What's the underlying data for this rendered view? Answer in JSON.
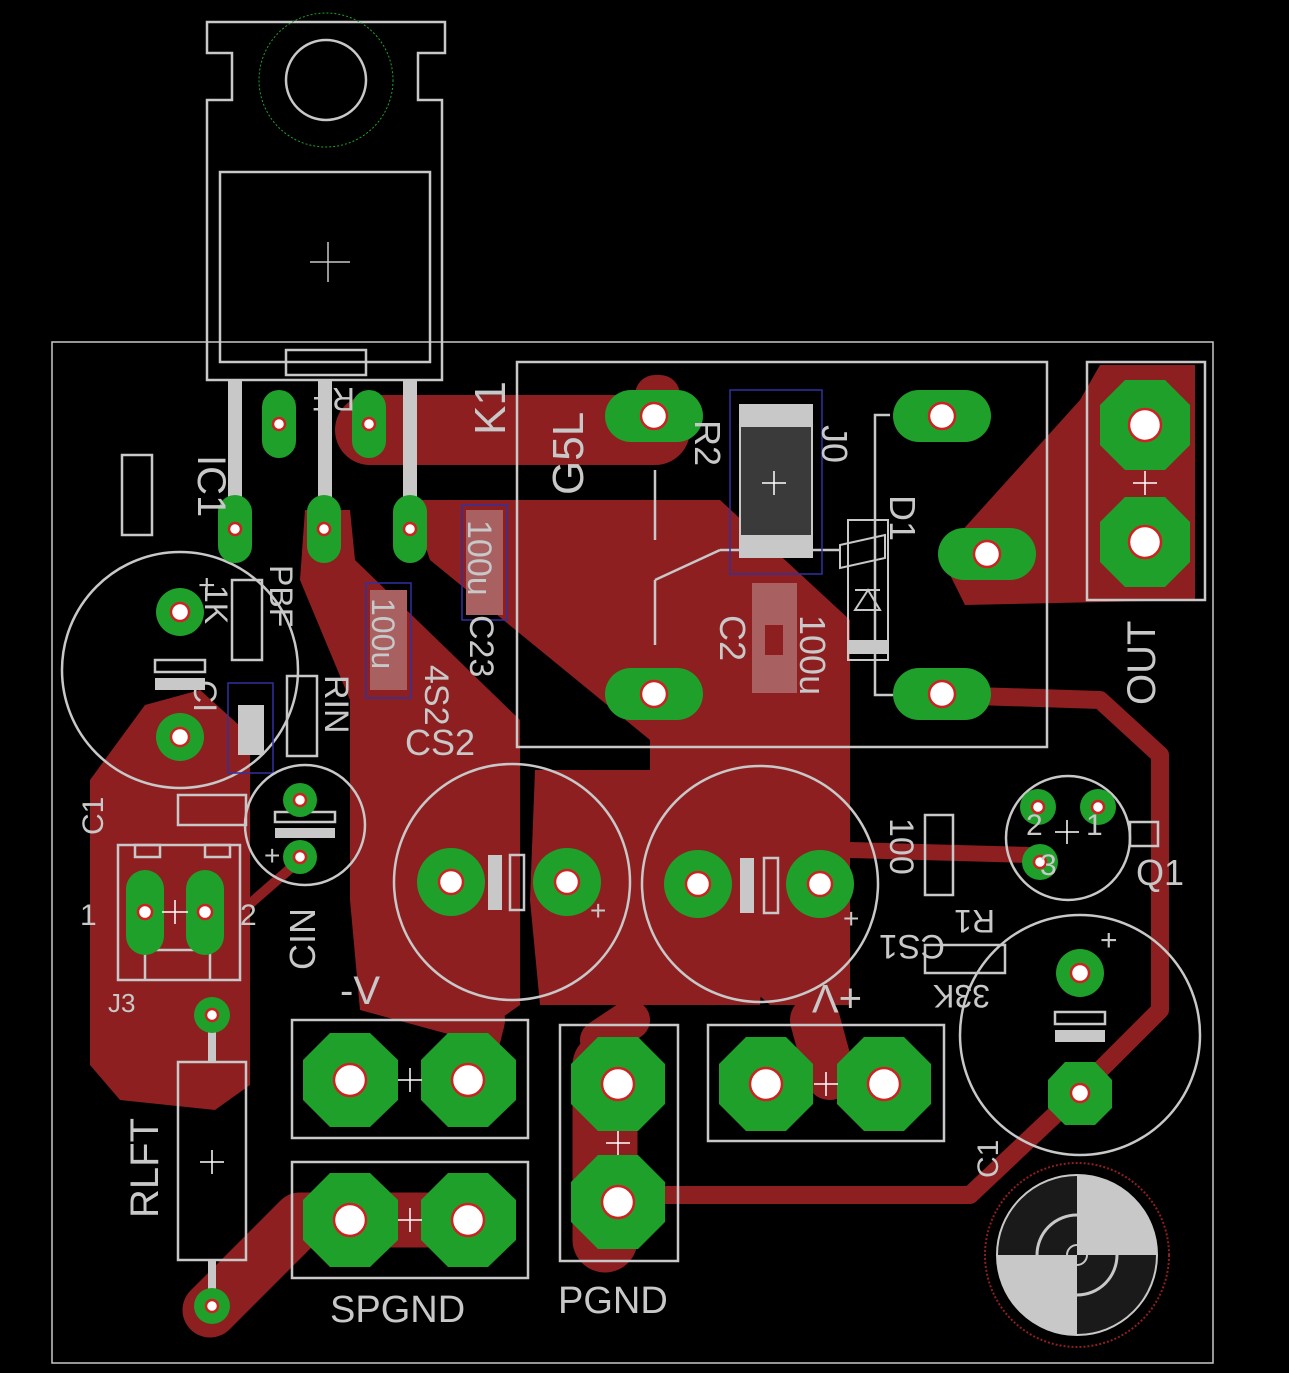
{
  "board": {
    "background": "#000000",
    "colors": {
      "copper": "#8e1f20",
      "pad": "#1fa02a",
      "silkscreen": "#c8c8c8",
      "smd": "#a86060",
      "tplace": "#3030a0"
    }
  },
  "labels": {
    "k1": "K1",
    "g5l": "G5L",
    "r2": "R2",
    "j0": "J0",
    "d1": "D1",
    "out": "OUT",
    "c2": "C2",
    "c2_val": "100u",
    "c23": "C23",
    "c23_val": "100u",
    "cs2": "CS2",
    "cs2_val": "4S2",
    "cs2_small_val": "100u",
    "rf": "RF",
    "ic1": "IC1",
    "rin": "RIN",
    "rfb_val": "1K",
    "pbf": "PBF",
    "ci": "CI",
    "c1_left": "C1",
    "j3": "J3",
    "pin1": "1",
    "pin2": "2",
    "cin": "CIN",
    "rlft": "RLFT",
    "neg_v": "-V",
    "pos_v": "+V",
    "spgnd": "SPGND",
    "pgnd": "PGND",
    "q1": "Q1",
    "q1_pin1": "1",
    "q1_pin2": "2",
    "q1_pin3": "3",
    "cs1": "CS1",
    "cs1_val": "100",
    "r1": "R1",
    "r1_val": "33K",
    "c1_right": "C1",
    "plus_a": "+",
    "plus_b": "+",
    "plus_c": "+",
    "plus_d": "+",
    "plus_e": "+"
  }
}
